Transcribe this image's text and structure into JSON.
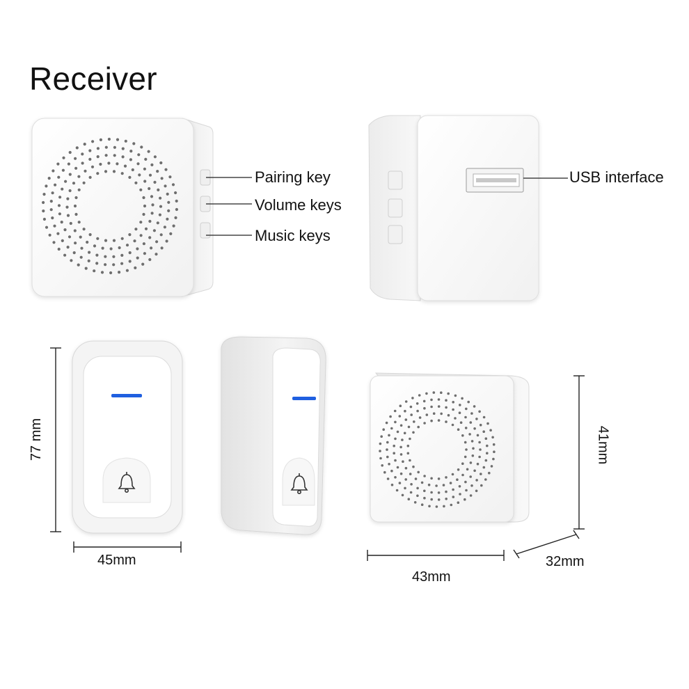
{
  "title": "Receiver",
  "callouts": {
    "pairing_key": "Pairing key",
    "volume_keys": "Volume keys",
    "music_keys": "Music keys",
    "usb_interface": "USB interface"
  },
  "dimensions": {
    "button_height": "77 mm",
    "button_width": "45mm",
    "receiver_height": "41mm",
    "receiver_width": "43mm",
    "receiver_depth": "32mm"
  },
  "colors": {
    "device_body": "#fbfbfb",
    "device_shade": "#e6e6e6",
    "speaker_dot": "#6e6e6e",
    "indicator": "#1f5fe0",
    "line": "#222222"
  }
}
